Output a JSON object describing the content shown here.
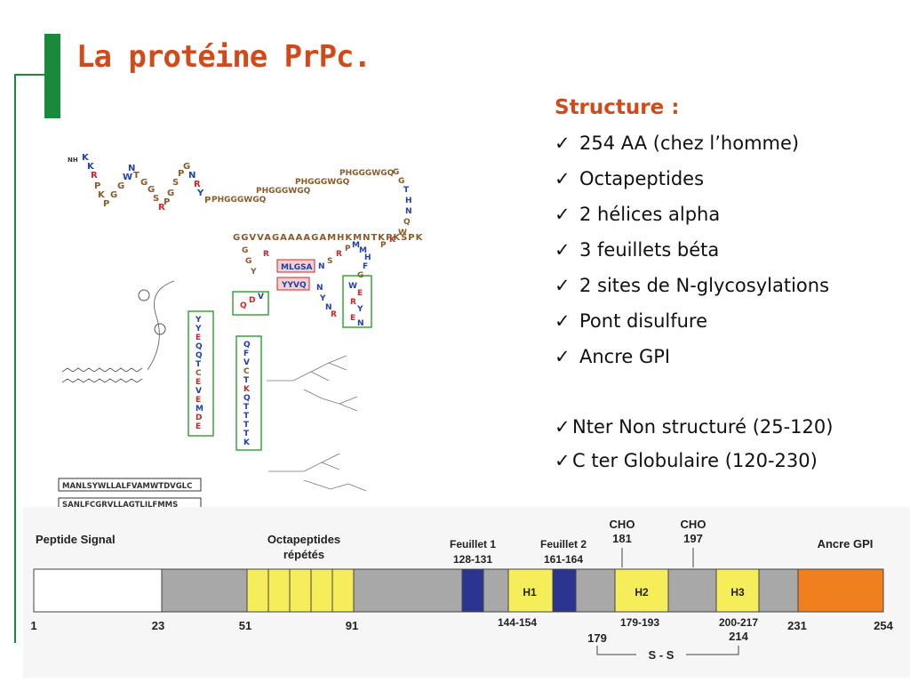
{
  "slide": {
    "title": "La protéine PrPc.",
    "subtitle": "Structure :",
    "bullets": [
      "254 AA (chez l’homme)",
      "Octapeptides",
      "2 hélices alpha",
      "3 feuillets béta",
      "2 sites de N-glycosylations",
      "Pont disulfure",
      "Ancre GPI"
    ],
    "bullets2": [
      "Nter Non structuré (25-120)",
      "C ter Globulaire (120-230)"
    ],
    "check": "✓",
    "accent_color": "#d04a1a",
    "deco_color": "#1a8a3a"
  },
  "sequence_figure": {
    "nter_label": "NH",
    "repeats": [
      "PHGGGWGQ",
      "PHGGGWGQ",
      "PHGGGWGQ",
      "PHGGGWGQ"
    ],
    "middle_seq": "GGVVAGAAAAGAMHKMNTKPKSPK",
    "boxed_1": "MLGSA",
    "boxed_2": "YYVQ",
    "signal_box": "MANLSYWLLALFVAMWTDVGLC",
    "cter_box": "SANLFCGRVLLAGTLJLFMMS"
  },
  "domain_figure": {
    "labels": {
      "peptide_signal": "Peptide Signal",
      "octapeptides_1": "Octapeptides",
      "octapeptides_2": "répétés",
      "feuillet1": "Feuillet 1",
      "feuillet1_range": "128-131",
      "feuillet2": "Feuillet 2",
      "feuillet2_range": "161-164",
      "cho": "CHO",
      "cho1_pos": "181",
      "cho2_pos": "197",
      "ancre": "Ancre GPI",
      "h1": "H1",
      "h2": "H2",
      "h3": "H3",
      "h1_range": "144-154",
      "h2_range": "179-193",
      "h3_range": "200-217",
      "ss": "S - S",
      "ss_left": "179",
      "ss_right": "214"
    },
    "positions": [
      "1",
      "23",
      "51",
      "91",
      "231",
      "254"
    ],
    "colors": {
      "signal": "#ffffff",
      "gray": "#a8a8a8",
      "octa": "#f5ee5a",
      "sheet": "#2b3590",
      "helix": "#f5ee5a",
      "gpi": "#f07f1e"
    }
  }
}
